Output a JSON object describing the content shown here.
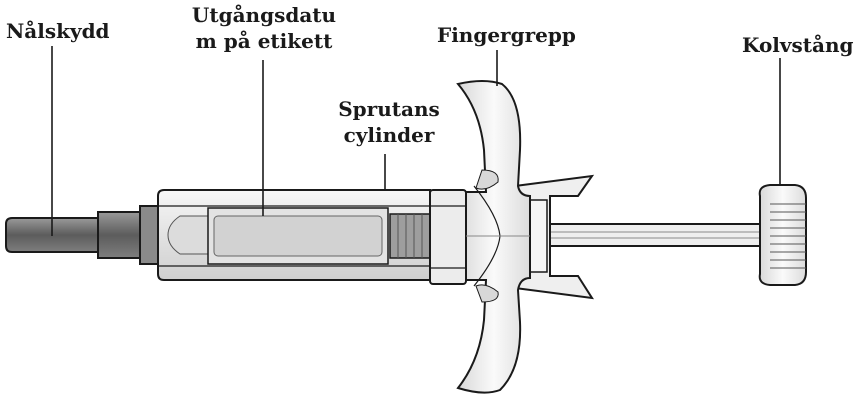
{
  "labels": {
    "needle_shield": "Nålskydd",
    "expiry_line1": "Utgångsdatu",
    "expiry_line2": "m på etikett",
    "barrel_line1": "Sprutans",
    "barrel_line2": "cylinder",
    "finger_grip": "Fingergrepp",
    "plunger_rod": "Kolvstång"
  },
  "colors": {
    "stroke": "#1a1a1a",
    "shield_fill": "#6e6e6e",
    "barrel_fill": "#e9e9e9",
    "label_fill": "#d6d6d6",
    "grip_fill": "#f2f2f2"
  }
}
